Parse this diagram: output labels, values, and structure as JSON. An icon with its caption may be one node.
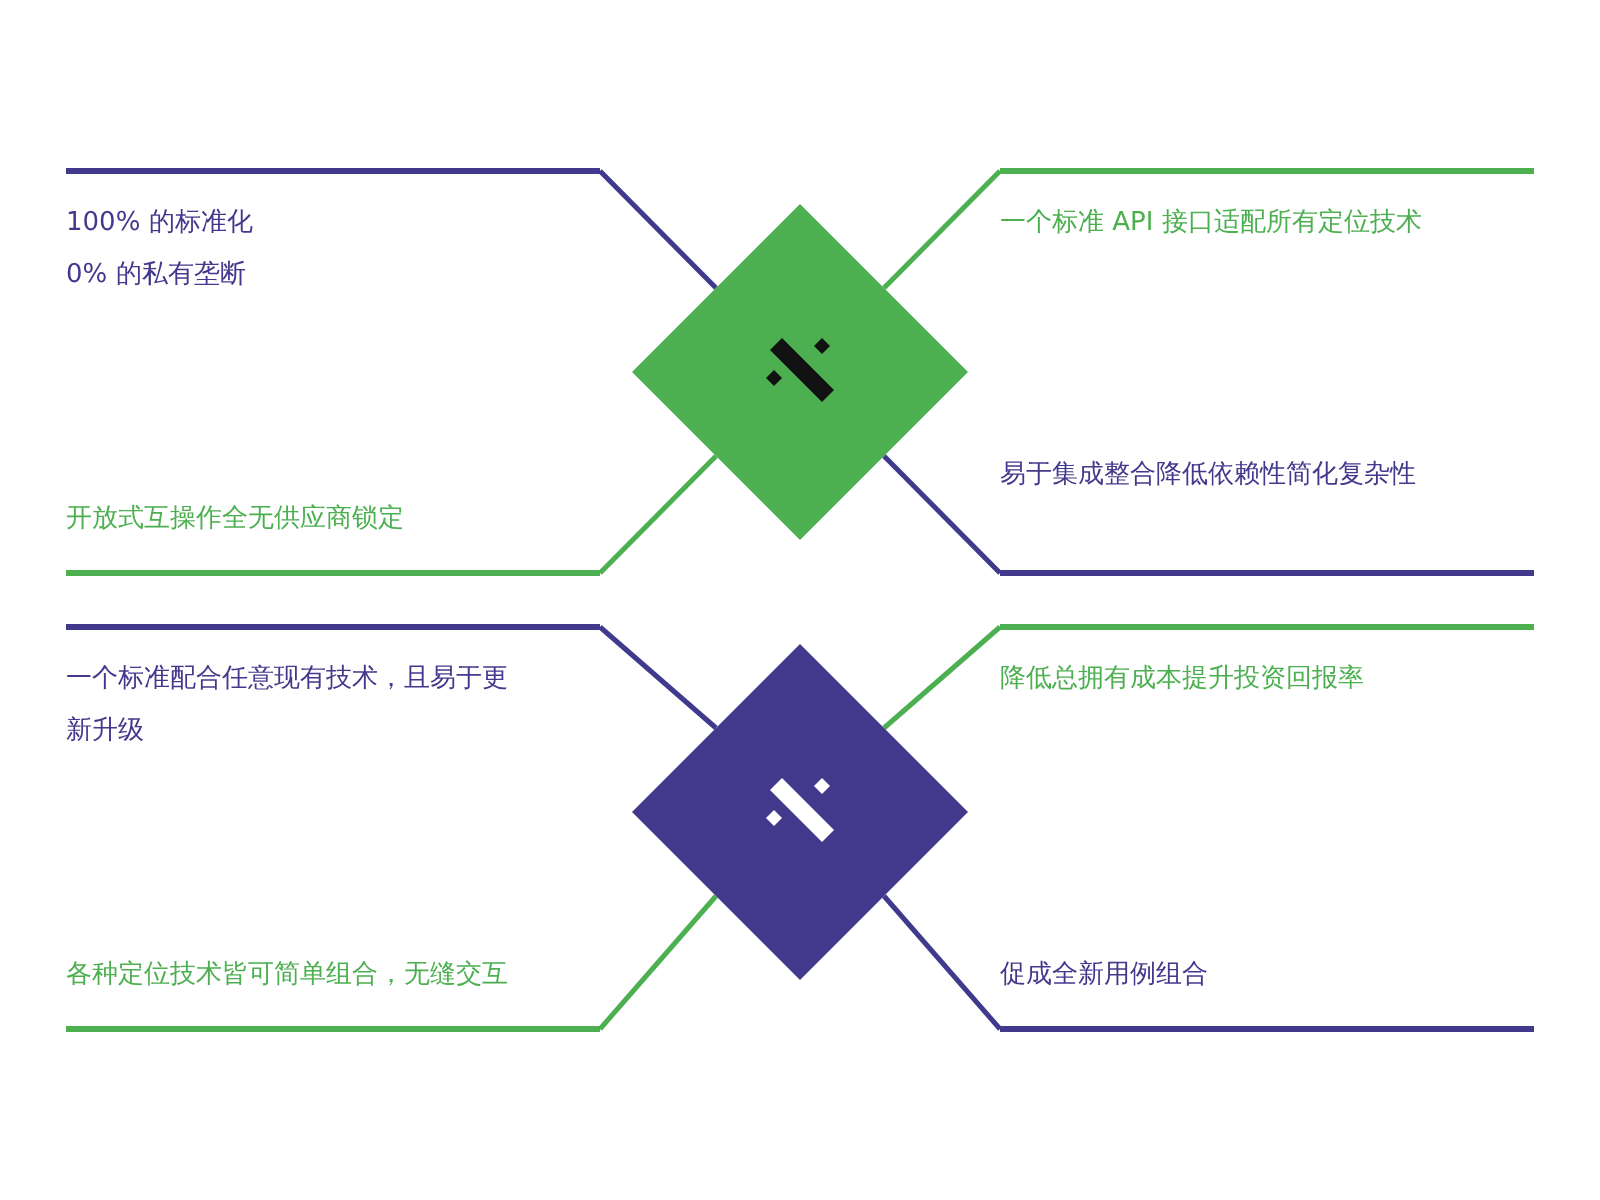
{
  "diagram": {
    "nodes": [
      {
        "text": [],
        "shape": "diamond"
      },
      {
        "text": [
          "100% 的标准化",
          "0% 的私有垄断"
        ]
      },
      {
        "text": [
          "一个标准 API 接口适配所有定位技术"
        ]
      },
      {
        "text": [
          "开放式互操作全无供应商锁定"
        ]
      },
      {
        "text": [
          "易于集成整合降低依赖性简化复杂性"
        ]
      },
      {
        "text": [],
        "shape": "diamond"
      },
      {
        "text": [
          "一个标准配合任意现有技术，且易于更新升级"
        ]
      },
      {
        "text": [
          "降低总拥有成本提升投资回报率"
        ]
      },
      {
        "text": [
          "各种定位技术皆可简单组合，无缝交互"
        ]
      },
      {
        "text": [
          "促成全新用例组合"
        ]
      }
    ],
    "edges": [
      {
        "from": 0,
        "to": 1,
        "arrow": "none",
        "color": "#3f3a8c"
      },
      {
        "from": 0,
        "to": 2,
        "arrow": "none",
        "color": "#4caf50"
      },
      {
        "from": 0,
        "to": 3,
        "arrow": "none",
        "color": "#4caf50"
      },
      {
        "from": 0,
        "to": 4,
        "arrow": "none",
        "color": "#3f3a8c"
      },
      {
        "from": 5,
        "to": 6,
        "arrow": "none",
        "color": "#3f3a8c"
      },
      {
        "from": 5,
        "to": 7,
        "arrow": "none",
        "color": "#4caf50"
      },
      {
        "from": 5,
        "to": 8,
        "arrow": "none",
        "color": "#4caf50"
      },
      {
        "from": 5,
        "to": 9,
        "arrow": "none",
        "color": "#3f3a8c"
      }
    ]
  }
}
